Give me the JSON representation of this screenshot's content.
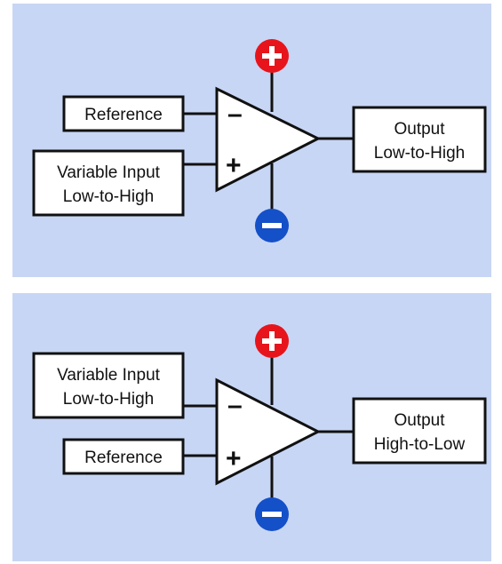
{
  "colors": {
    "panel_background": "#c8d6f5",
    "positive_rail": "#e8141c",
    "negative_rail": "#1450c8",
    "line": "#111111"
  },
  "icons": {
    "positive_rail": "plus-circle-icon",
    "negative_rail": "minus-circle-icon"
  },
  "diagrams": [
    {
      "inverting_input_label": "Reference",
      "noninverting_input_label": [
        "Variable Input",
        "Low-to-High"
      ],
      "output_label": [
        "Output",
        "Low-to-High"
      ],
      "inverting_symbol": "–",
      "noninverting_symbol": "+"
    },
    {
      "inverting_input_label": [
        "Variable Input",
        "Low-to-High"
      ],
      "noninverting_input_label": "Reference",
      "output_label": [
        "Output",
        "High-to-Low"
      ],
      "inverting_symbol": "–",
      "noninverting_symbol": "+"
    }
  ]
}
